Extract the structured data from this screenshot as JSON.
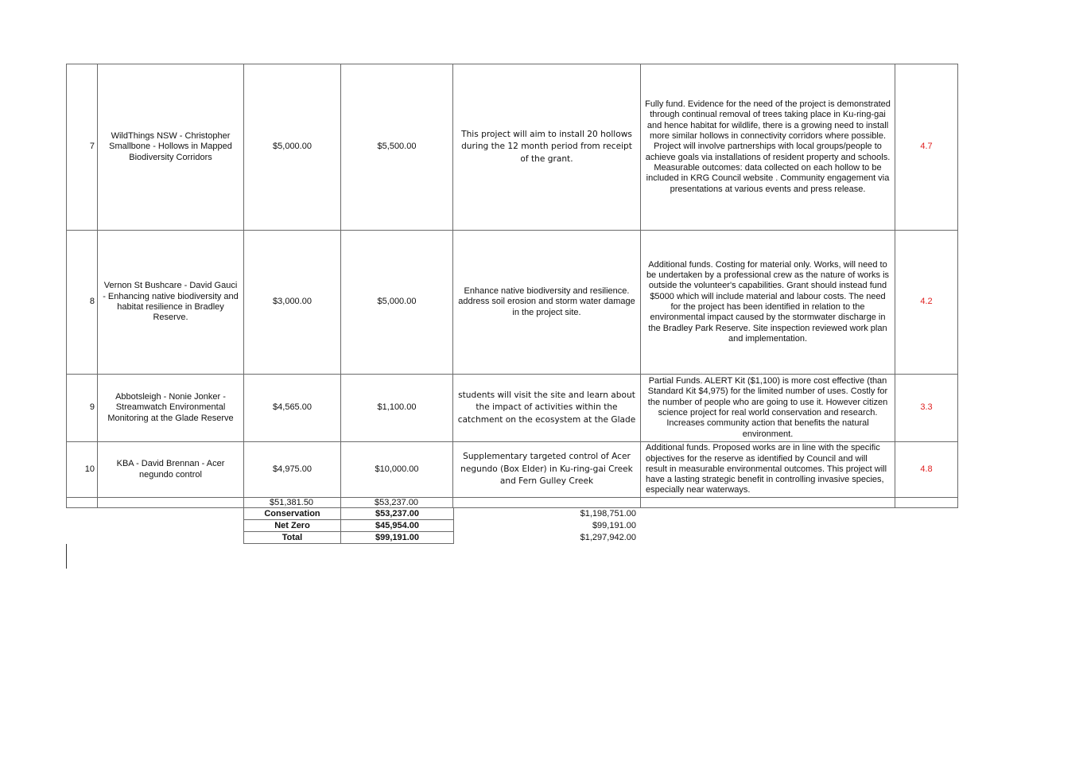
{
  "rows": [
    {
      "number": "7",
      "project": "WildThings NSW - Christopher Smallbone - Hollows in Mapped Biodiversity Corridors",
      "requested": "$5,000.00",
      "recommended": "$5,500.00",
      "description": "This project will aim to install 20 hollows during the 12 month period from receipt of the grant.",
      "comment": "Fully fund. Evidence for the need of the project is demonstrated through continual removal of trees taking place in Ku-ring-gai and hence habitat for wildlife, there is a growing need to install more similar hollows in connectivity corridors where possible. Project will involve partnerships with local groups/people to achieve goals via installations of resident property and schools. Measurable outcomes: data collected on each hollow to be included in KRG Council website . Community engagement via presentations at various events and press release.",
      "score": "4.7"
    },
    {
      "number": "8",
      "project": "Vernon St Bushcare - David Gauci - Enhancing native biodiversity and habitat resilience in Bradley Reserve.",
      "requested": "$3,000.00",
      "recommended": "$5,000.00",
      "description": "Enhance native biodiversity and resilience. address soil erosion and storm water damage in the project site.",
      "comment": "Additional funds. Costing for material only. Works, will need to be undertaken by a professional crew as the nature of works is outside the volunteer's capabilities. Grant should instead fund $5000 which will include material and labour costs. The need for the project has been identified in relation to the environmental impact caused by the stormwater discharge in the Bradley Park Reserve. Site inspection reviewed work plan and implementation.",
      "score": "4.2"
    },
    {
      "number": "9",
      "project": "Abbotsleigh - Nonie Jonker - Streamwatch Environmental Monitoring at the Glade Reserve",
      "requested": "$4,565.00",
      "recommended": "$1,100.00",
      "description": "students will visit the site and learn about the impact of activities within the catchment on the ecosystem at the Glade",
      "comment": "Partial Funds. ALERT Kit ($1,100) is more cost effective (than Standard Kit $4,975) for the limited number of uses. Costly for the number of people who are going to use it. However citizen science project for real world conservation and research. Increases community action that benefits the natural environment.",
      "score": "3.3"
    },
    {
      "number": "10",
      "project": "KBA - David Brennan - Acer negundo control",
      "requested": "$4,975.00",
      "recommended": "$10,000.00",
      "description": "Supplementary targeted control of Acer negundo (Box Elder) in Ku-ring-gai Creek and Fern Gulley Creek",
      "comment": "Additional funds. Proposed works are in line with the specific objectives for the reserve as identified by Council and will result in measurable environmental outcomes. This project will have a lasting strategic benefit in controlling invasive species, especially near waterways.",
      "score": "4.8"
    }
  ],
  "subtotal": {
    "requested": "$51,381.50",
    "recommended": "$53,237.00"
  },
  "summary": [
    {
      "label": "Conservation",
      "amount": "$53,237.00",
      "budget": "$1,198,751.00"
    },
    {
      "label": "Net Zero",
      "amount": "$45,954.00",
      "budget": "$99,191.00"
    },
    {
      "label": "Total",
      "amount": "$99,191.00",
      "budget": "$1,297,942.00"
    }
  ]
}
